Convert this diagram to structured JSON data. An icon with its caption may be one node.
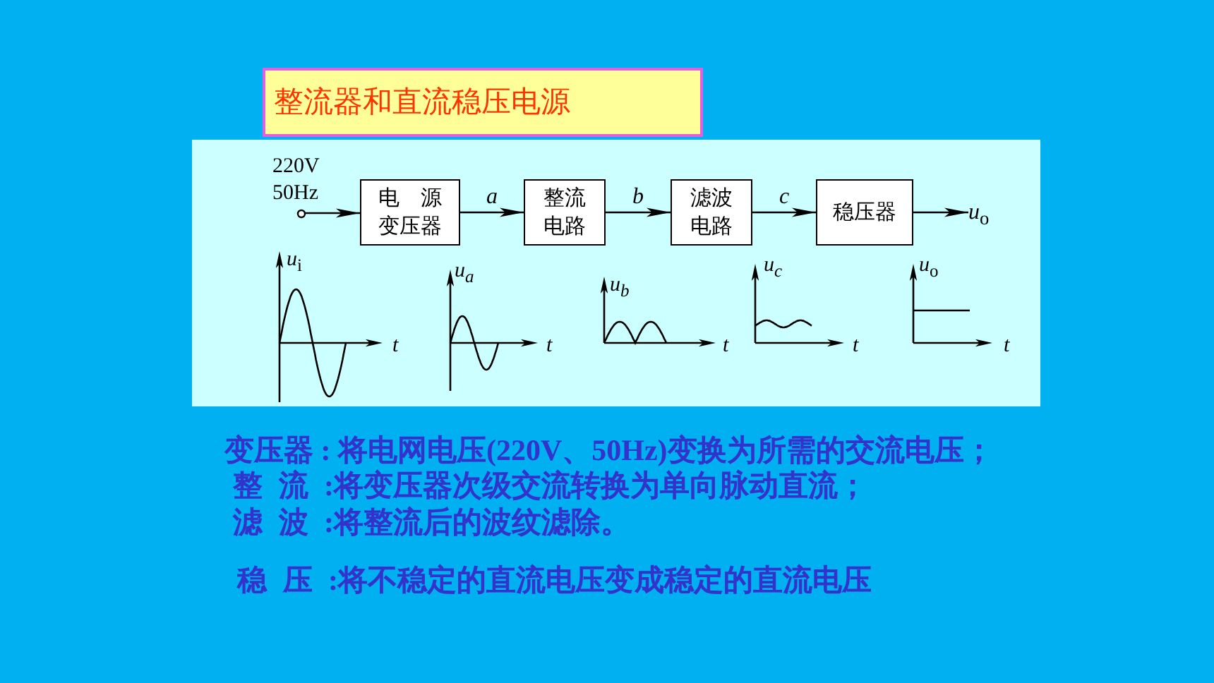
{
  "diagram": {
    "title": "整流器和直流稳压电源",
    "nodes": [
      {
        "text": [],
        "shape": "circle",
        "beside": [
          "220V 50Hz"
        ]
      },
      {
        "text": [
          "电源变压器"
        ]
      },
      {
        "text": [
          "整流电路"
        ]
      },
      {
        "text": [
          "滤波电路"
        ]
      },
      {
        "text": [
          "稳压器"
        ]
      },
      {
        "text": [
          "*u*$_{o}$"
        ]
      }
    ],
    "edges": [
      {
        "from": 0,
        "to": 1,
        "arrow": "to"
      },
      {
        "from": 1,
        "to": 2,
        "arrow": "to",
        "label": "a"
      },
      {
        "from": 2,
        "to": 3,
        "arrow": "to",
        "label": "b"
      },
      {
        "from": 3,
        "to": 4,
        "arrow": "to",
        "label": "c"
      },
      {
        "from": 4,
        "to": 5,
        "arrow": "to"
      }
    ],
    "labels": [
      "*u*$_{i}$",
      "t",
      "*u*$_{a}$",
      "t",
      "*u*$_{b}$",
      "t",
      "*u*$_{c}$",
      "t",
      "*u*$_{o}$",
      "t",
      "变压器 : 将电网电压(220V、50Hz)变换为所需的交流电压；",
      "整 流 :将变压器次级交流转换为单向脉动直流；",
      "滤 波 :将整流后的波纹滤除。",
      "稳 压 :将不稳定的直流电压变成稳定的直流电压"
    ]
  }
}
